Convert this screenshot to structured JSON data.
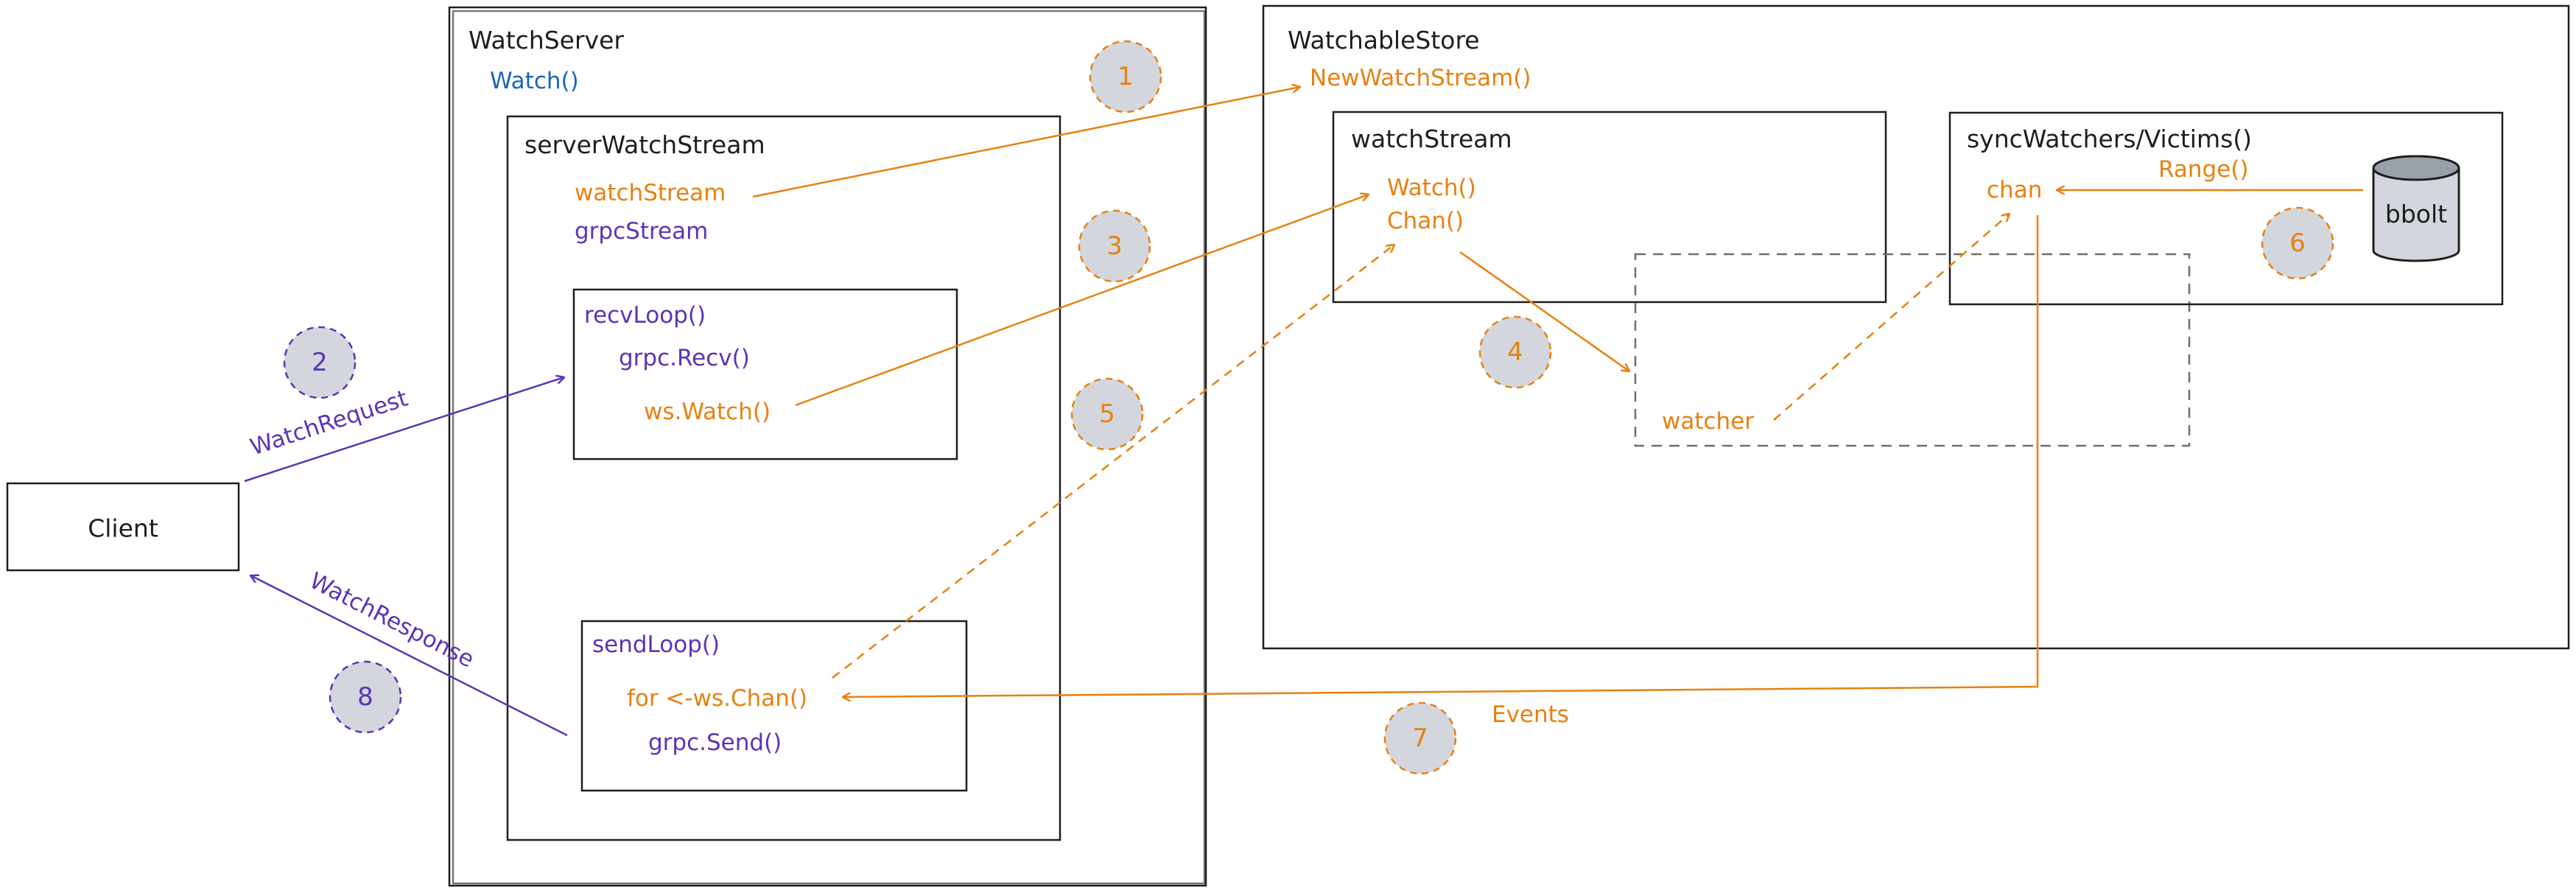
{
  "colors": {
    "orange": "#e8800f",
    "purple": "#5a34b8",
    "blue": "#1c64b4",
    "ink": "#1e1e1e",
    "badge_fill": "#d3d6dc",
    "badge_stroke_orange": "#e8800f",
    "badge_stroke_purple": "#5a34b8"
  },
  "client": {
    "label": "Client"
  },
  "watch_server": {
    "title": "WatchServer",
    "method": "Watch()",
    "server_watch_stream": {
      "title": "serverWatchStream",
      "field_watch_stream": "watchStream",
      "field_grpc_stream": "grpcStream",
      "recv_loop": {
        "title": "recvLoop()",
        "line1": "grpc.Recv()",
        "line2": "ws.Watch()"
      },
      "send_loop": {
        "title": "sendLoop()",
        "line1": "for <-ws.Chan()",
        "line2": "grpc.Send()"
      }
    }
  },
  "watchable_store": {
    "title": "WatchableStore",
    "method": "NewWatchStream()",
    "watch_stream": {
      "title": "watchStream",
      "line1": "Watch()",
      "line2": "Chan()"
    },
    "watcher": {
      "label": "watcher"
    },
    "sync_watchers": {
      "title": "syncWatchers/Victims()",
      "chan": "chan",
      "range": "Range()",
      "db": "bbolt"
    }
  },
  "arrows": {
    "watch_request": "WatchRequest",
    "watch_response": "WatchResponse",
    "events": "Events"
  },
  "steps": [
    "1",
    "2",
    "3",
    "4",
    "5",
    "6",
    "7",
    "8"
  ]
}
